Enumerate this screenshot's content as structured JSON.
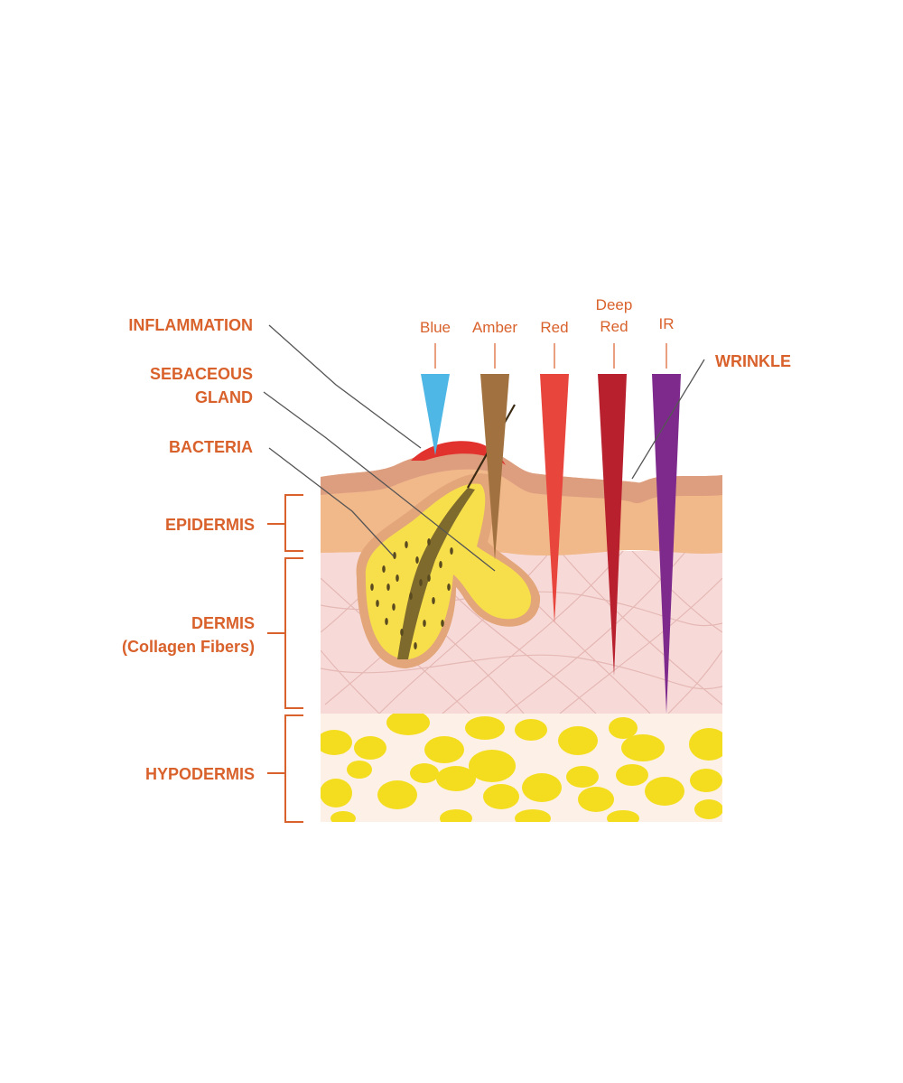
{
  "labels": {
    "inflammation": "INFLAMMATION",
    "sebaceous_line1": "SEBACEOUS",
    "sebaceous_line2": "GLAND",
    "bacteria": "BACTERIA",
    "epidermis": "EPIDERMIS",
    "dermis_line1": "DERMIS",
    "dermis_line2": "(Collagen Fibers)",
    "hypodermis": "HYPODERMIS",
    "wrinkle": "WRINKLE"
  },
  "wavelengths": [
    {
      "label": "Blue",
      "color": "#4fb7e5"
    },
    {
      "label": "Amber",
      "color": "#a1723f"
    },
    {
      "label": "Red",
      "color": "#e8453c"
    },
    {
      "label_line1": "Deep",
      "label_line2": "Red",
      "color": "#b8202e"
    },
    {
      "label": "IR",
      "color": "#7d2a8c"
    }
  ],
  "colors": {
    "label_orange": "#d9612b",
    "epidermis_tan": "#f1b88a",
    "skin_top_band": "#dd9e80",
    "dermis_pink": "#f7dad8",
    "gland_yellow": "#f7df4c",
    "fat_yellow": "#f4dd1e",
    "inflammation_red": "#e2322e"
  }
}
